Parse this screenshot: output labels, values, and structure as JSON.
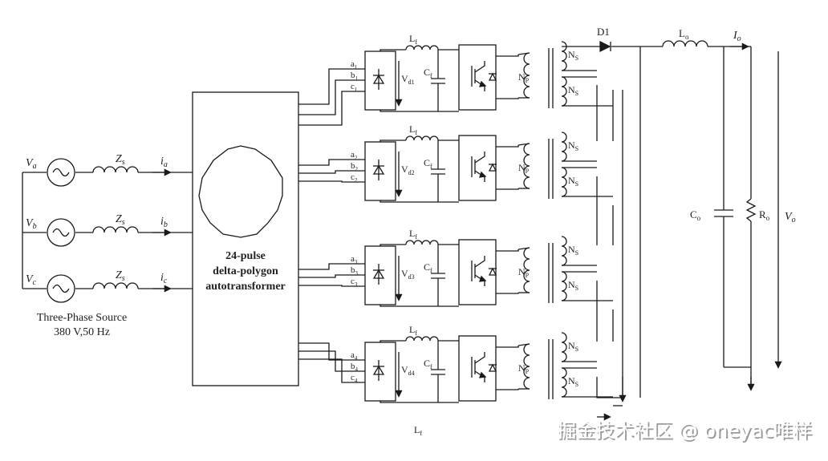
{
  "source": {
    "phases": [
      {
        "v_main": "V",
        "v_sub": "a",
        "z_main": "Z",
        "z_sub": "s",
        "i_main": "i",
        "i_sub": "a"
      },
      {
        "v_main": "V",
        "v_sub": "b",
        "z_main": "Z",
        "z_sub": "s",
        "i_main": "i",
        "i_sub": "b"
      },
      {
        "v_main": "V",
        "v_sub": "c",
        "z_main": "Z",
        "z_sub": "s",
        "i_main": "i",
        "i_sub": "c"
      }
    ],
    "caption_line1": "Three-Phase Source",
    "caption_line2": "380 V,50 Hz"
  },
  "autotransformer": {
    "line1": "24-pulse",
    "line2": "delta-polygon",
    "line3": "autotransformer"
  },
  "modules": [
    {
      "a": "a",
      "b": "b",
      "c": "c",
      "abc_sub": "1",
      "vd_main": "V",
      "vd_sub": "d1",
      "lf_main": "L",
      "lf_sub": "f",
      "cf_main": "C",
      "cf_sub": "f",
      "np_main": "N",
      "np_sub": "P",
      "ns_main": "N",
      "ns_sub": "S"
    },
    {
      "a": "a",
      "b": "b",
      "c": "c",
      "abc_sub": "2",
      "vd_main": "V",
      "vd_sub": "d2",
      "lf_main": "L",
      "lf_sub": "f",
      "cf_main": "C",
      "cf_sub": "f",
      "np_main": "N",
      "np_sub": "P",
      "ns_main": "N",
      "ns_sub": "S"
    },
    {
      "a": "a",
      "b": "b",
      "c": "c",
      "abc_sub": "3",
      "vd_main": "V",
      "vd_sub": "d3",
      "lf_main": "L",
      "lf_sub": "f",
      "cf_main": "C",
      "cf_sub": "f",
      "np_main": "N",
      "np_sub": "P",
      "ns_main": "N",
      "ns_sub": "S"
    },
    {
      "a": "a",
      "b": "b",
      "c": "c",
      "abc_sub": "4",
      "vd_main": "V",
      "vd_sub": "d4",
      "lf_main": "L",
      "lf_sub": "f",
      "cf_main": "C",
      "cf_sub": "f",
      "np_main": "N",
      "np_sub": "P",
      "ns_main": "N",
      "ns_sub": "S"
    }
  ],
  "bottom_lf": {
    "main": "L",
    "sub": "f"
  },
  "output": {
    "diode": "D1",
    "lo_main": "L",
    "lo_sub": "o",
    "io_main": "I",
    "io_sub": "o",
    "co_main": "C",
    "co_sub": "o",
    "ro_main": "R",
    "ro_sub": "o",
    "vo_main": "V",
    "vo_sub": "o"
  },
  "watermark": "掘金技术社区 @ oneyac唯样",
  "colors": {
    "line": "#1a1a1a",
    "watermark_shadow": "#9a9a9a"
  }
}
